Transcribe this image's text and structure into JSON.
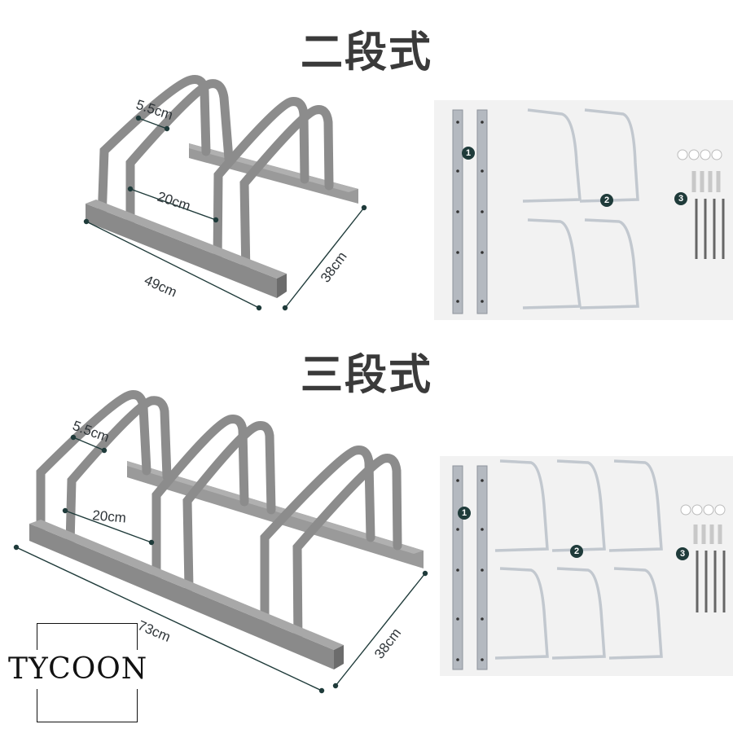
{
  "sections": [
    {
      "title": "二段式",
      "dims": {
        "width": "49cm",
        "depth": "38cm",
        "spacing": "20cm",
        "tube": "5.5cm"
      },
      "part_labels": [
        "1",
        "2",
        "3"
      ]
    },
    {
      "title": "三段式",
      "dims": {
        "width": "73cm",
        "depth": "38cm",
        "spacing": "20cm",
        "tube": "5.5cm"
      },
      "part_labels": [
        "1",
        "2",
        "3"
      ]
    }
  ],
  "logo": {
    "text": "TYCOON"
  },
  "colors": {
    "frame": "#8f8f8f",
    "frame_dark": "#6a6a6a",
    "hoop": "#b8bec6",
    "parts_bg": "#f2f2f2",
    "callout": "#1f3b3a",
    "dim_line": "#1f3b3a"
  }
}
